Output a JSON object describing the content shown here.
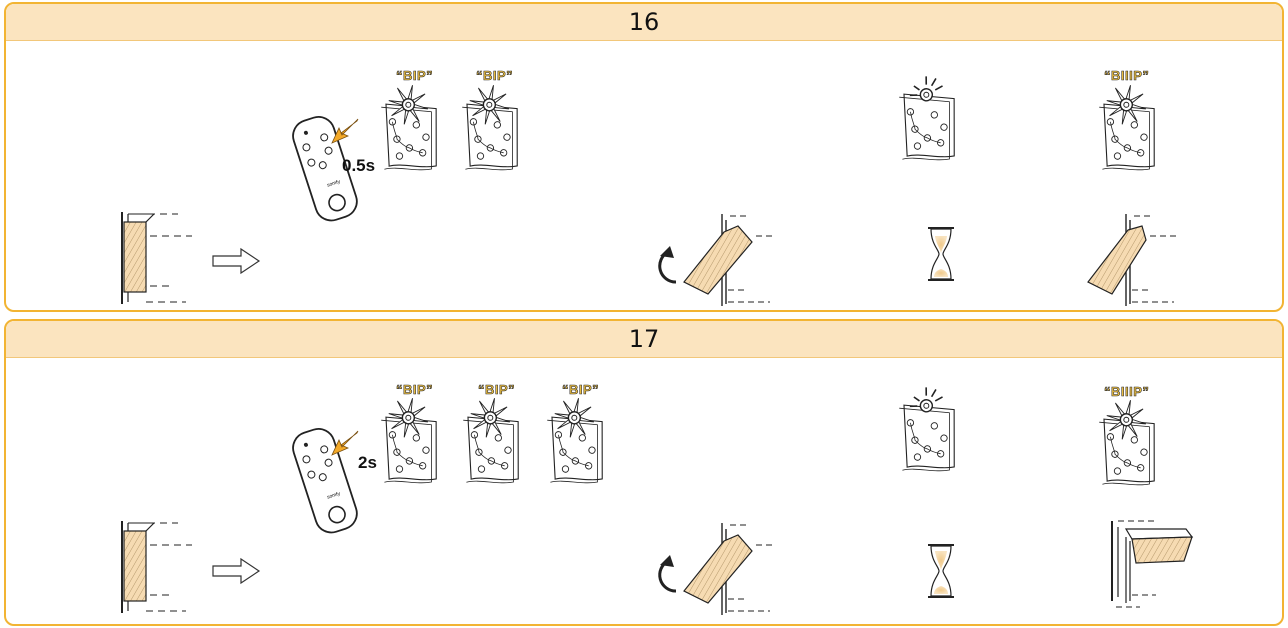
{
  "steps": [
    {
      "number": "16",
      "duration": "0.5s",
      "beeps": [
        "“BIP”",
        "“BIP”"
      ],
      "final_beep": "“BIIIP”"
    },
    {
      "number": "17",
      "duration": "2s",
      "beeps": [
        "“BIP”",
        "“BIP”",
        "“BIP”"
      ],
      "final_beep": "“BIIIP”"
    }
  ],
  "icons": {
    "arrow": "right-arrow-icon",
    "rotate": "rotate-arrow-icon",
    "wait": "hourglass-icon",
    "remote": "remote-control-icon",
    "receiver": "receiver-board-icon"
  },
  "colors": {
    "accent": "#f2b433",
    "header_bg": "#fbe4bf",
    "wood": "#f6dbb2",
    "bip_fill": "#f2c342"
  }
}
